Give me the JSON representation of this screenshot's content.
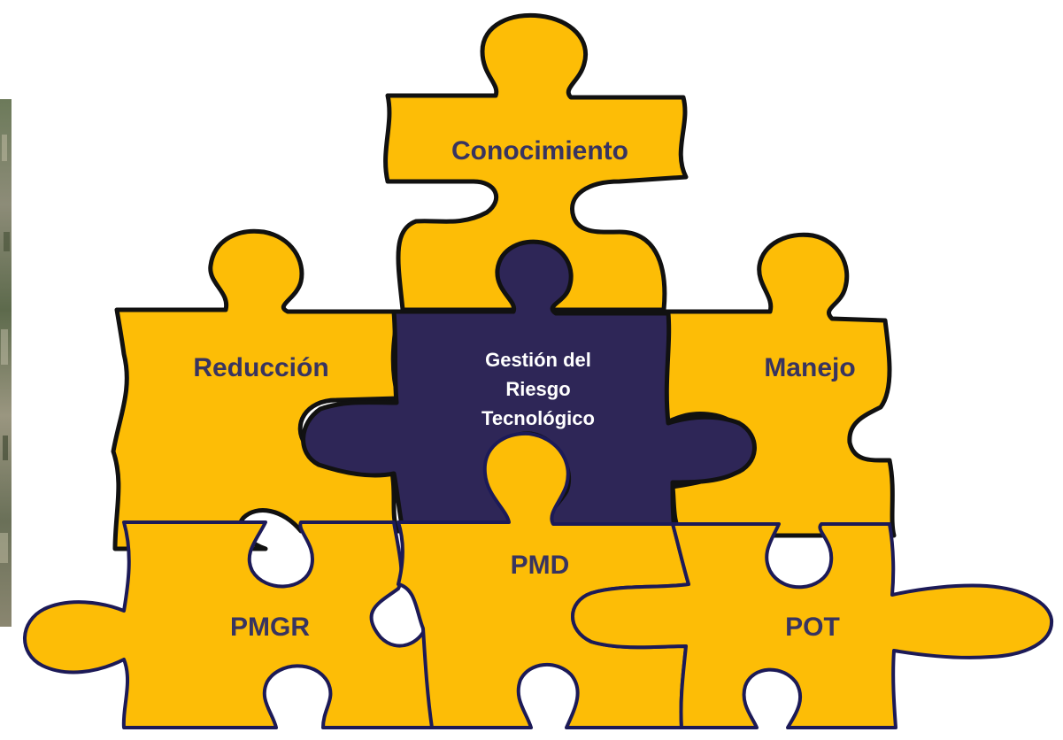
{
  "diagram": {
    "center_label_lines": [
      "Gestión del",
      "Riesgo",
      "Tecnológico"
    ],
    "top_label": "Conocimiento",
    "left_label": "Reducción",
    "right_label": "Manejo",
    "bottom_left_label": "PMGR",
    "bottom_center_label": "PMD",
    "bottom_right_label": "POT"
  },
  "colors": {
    "piece_fill": "#FDBD06",
    "center_fill": "#2E2657",
    "label_text": "#383460",
    "center_text": "#ffffff",
    "outline_black": "#111111",
    "outline_navy": "#1C1A57"
  }
}
